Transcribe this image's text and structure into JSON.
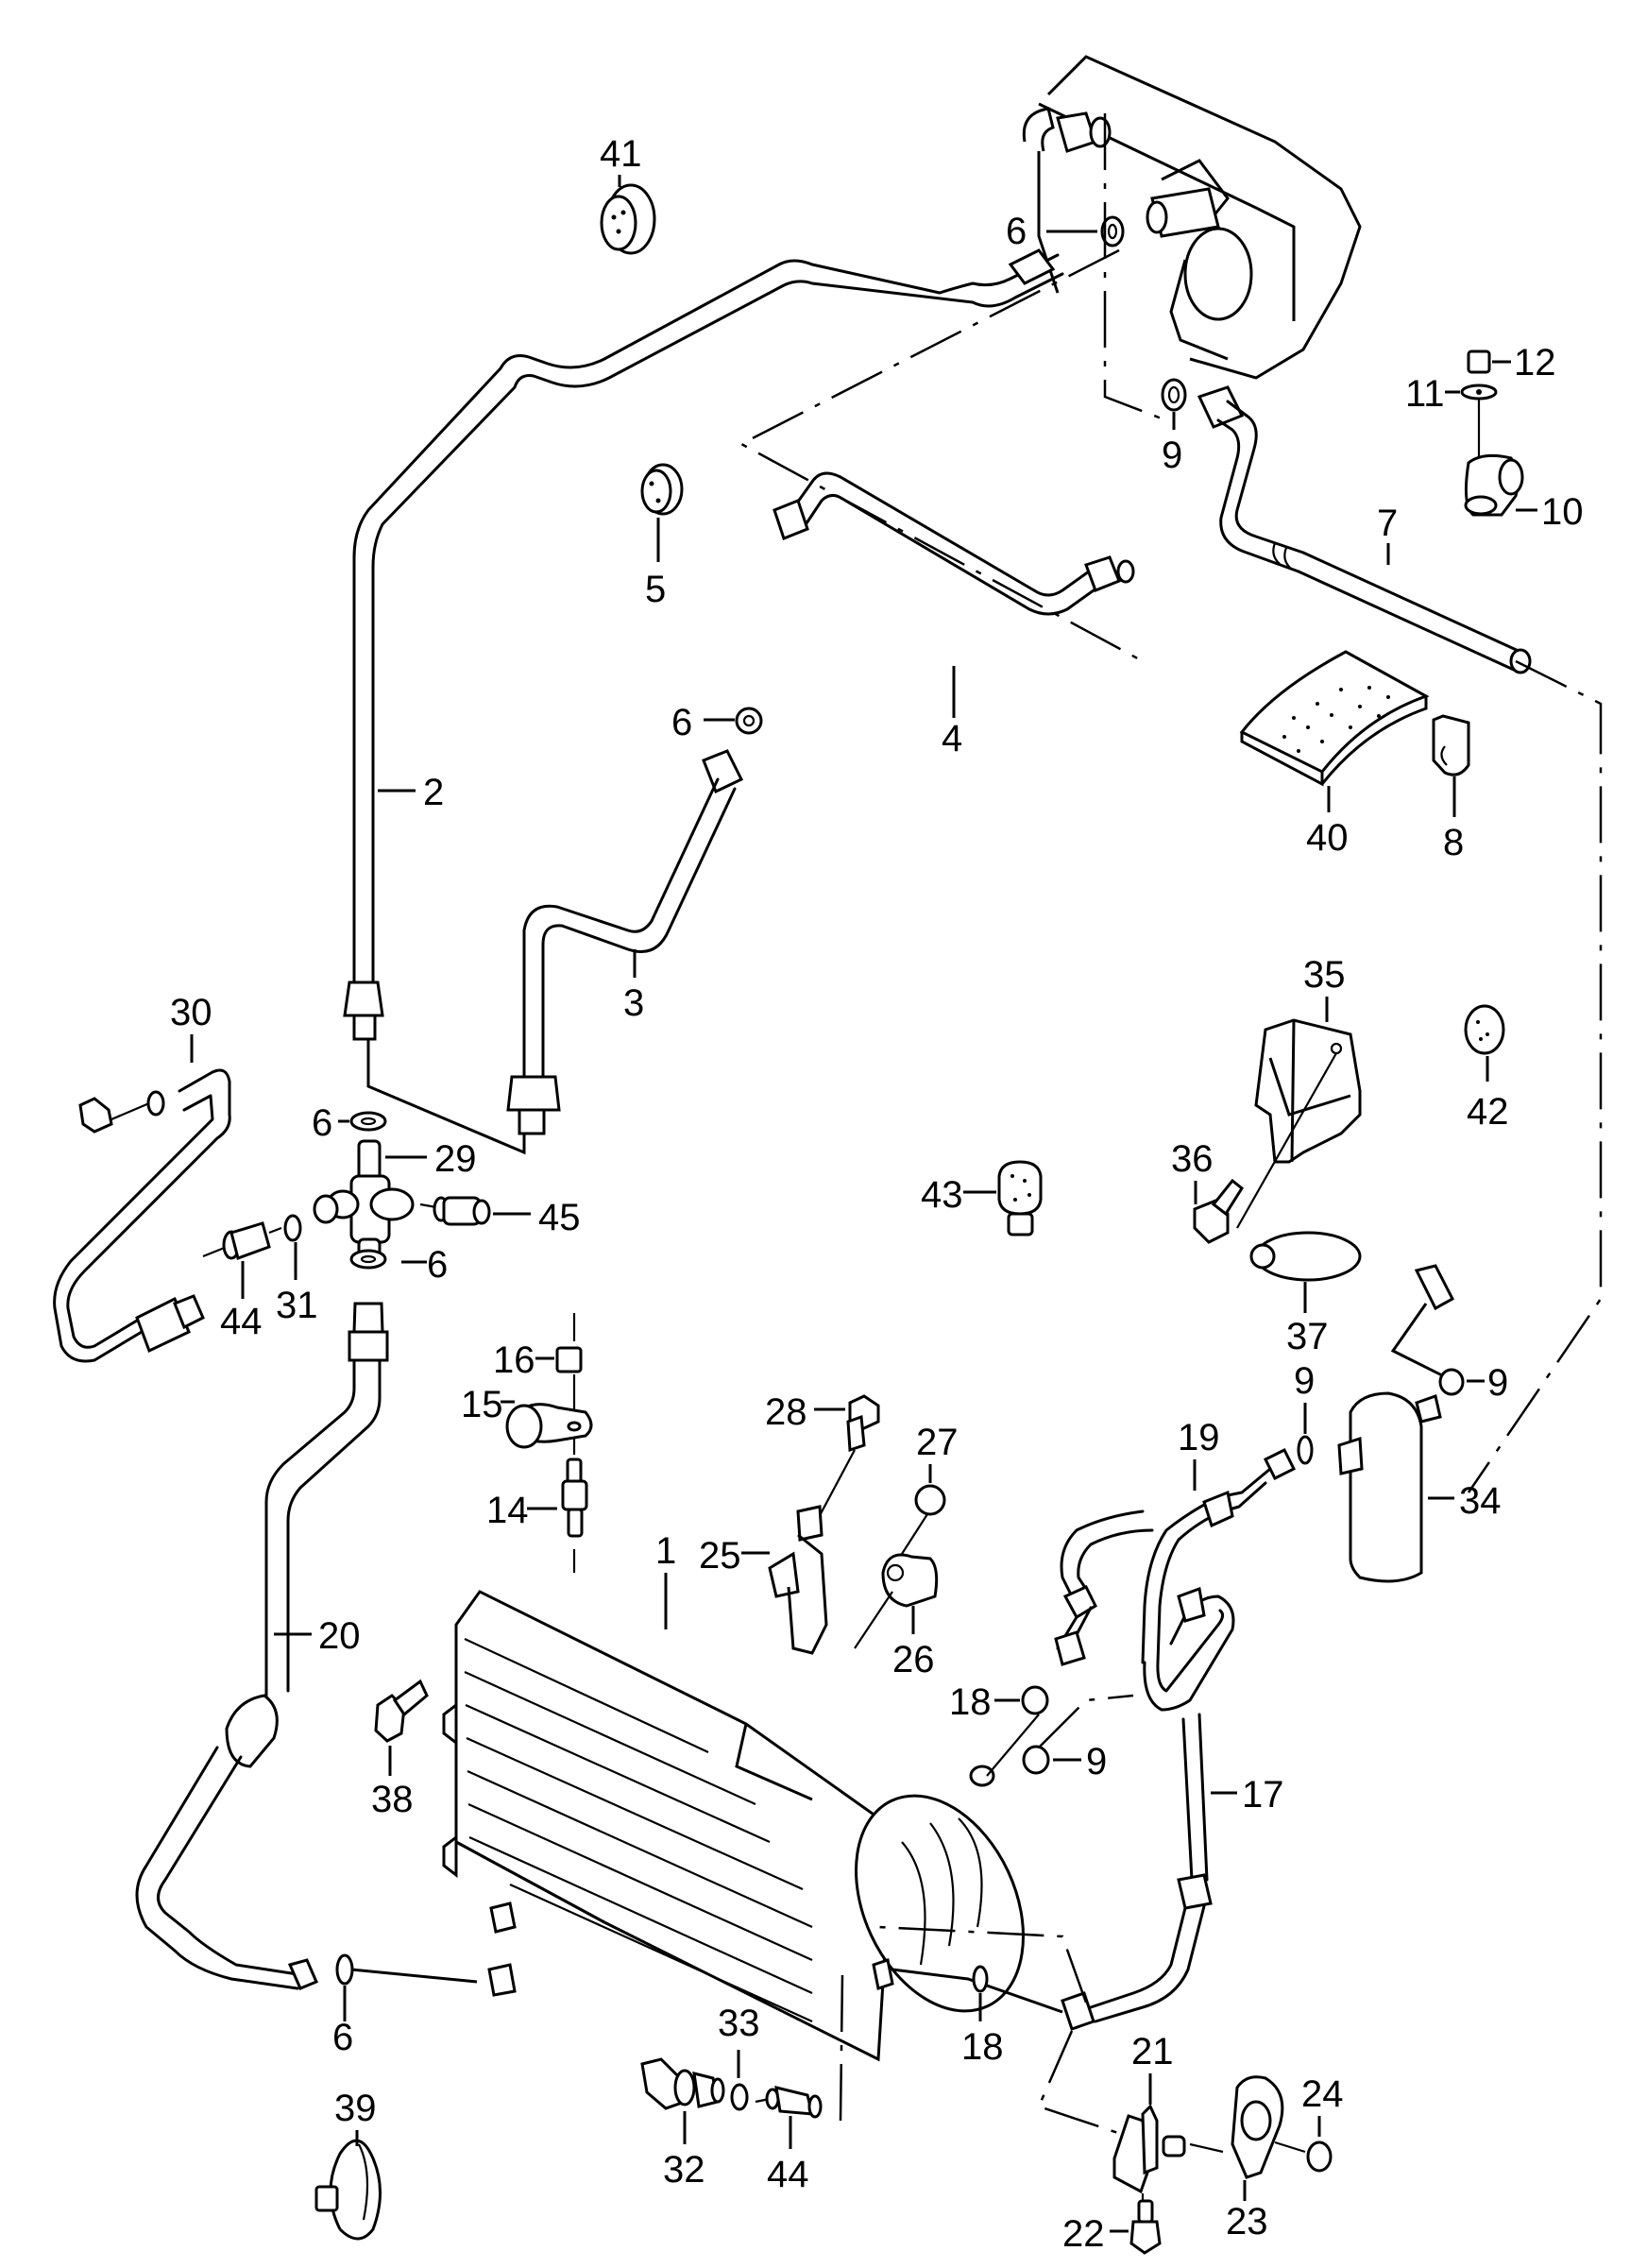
{
  "diagram": {
    "title": "Air conditioning refrigerant circuit – exploded parts diagram",
    "parts": [
      {
        "id": "1",
        "label": "1",
        "name": "condenser"
      },
      {
        "id": "2",
        "label": "2",
        "name": "pipe"
      },
      {
        "id": "3",
        "label": "3",
        "name": "pipe"
      },
      {
        "id": "4",
        "label": "4",
        "name": "pipe"
      },
      {
        "id": "5",
        "label": "5",
        "name": "grommet"
      },
      {
        "id": "6",
        "label": "6",
        "name": "seal-ring"
      },
      {
        "id": "7",
        "label": "7",
        "name": "hose"
      },
      {
        "id": "8",
        "label": "8",
        "name": "clip"
      },
      {
        "id": "9",
        "label": "9",
        "name": "seal-ring"
      },
      {
        "id": "10",
        "label": "10",
        "name": "bracket"
      },
      {
        "id": "11",
        "label": "11",
        "name": "washer"
      },
      {
        "id": "12",
        "label": "12",
        "name": "nut"
      },
      {
        "id": "14",
        "label": "14",
        "name": "stud"
      },
      {
        "id": "15",
        "label": "15",
        "name": "bracket"
      },
      {
        "id": "16",
        "label": "16",
        "name": "nut"
      },
      {
        "id": "17",
        "label": "17",
        "name": "hose"
      },
      {
        "id": "18",
        "label": "18",
        "name": "seal-ring"
      },
      {
        "id": "19",
        "label": "19",
        "name": "hose"
      },
      {
        "id": "20",
        "label": "20",
        "name": "hose"
      },
      {
        "id": "21",
        "label": "21",
        "name": "bracket"
      },
      {
        "id": "22",
        "label": "22",
        "name": "bolt"
      },
      {
        "id": "23",
        "label": "23",
        "name": "clamp"
      },
      {
        "id": "24",
        "label": "24",
        "name": "nut"
      },
      {
        "id": "25",
        "label": "25",
        "name": "bracket"
      },
      {
        "id": "26",
        "label": "26",
        "name": "clamp"
      },
      {
        "id": "27",
        "label": "27",
        "name": "nut"
      },
      {
        "id": "28",
        "label": "28",
        "name": "bolt"
      },
      {
        "id": "29",
        "label": "29",
        "name": "cross-fitting"
      },
      {
        "id": "30",
        "label": "30",
        "name": "pipe"
      },
      {
        "id": "31",
        "label": "31",
        "name": "seal-ring"
      },
      {
        "id": "32",
        "label": "32",
        "name": "pressure-switch"
      },
      {
        "id": "33",
        "label": "33",
        "name": "seal-ring"
      },
      {
        "id": "34",
        "label": "34",
        "name": "receiver-dryer"
      },
      {
        "id": "35",
        "label": "35",
        "name": "cover"
      },
      {
        "id": "36",
        "label": "36",
        "name": "bolt"
      },
      {
        "id": "37",
        "label": "37",
        "name": "hose-clamp"
      },
      {
        "id": "38",
        "label": "38",
        "name": "bolt"
      },
      {
        "id": "39",
        "label": "39",
        "name": "cable-tie"
      },
      {
        "id": "40",
        "label": "40",
        "name": "insulating-pad"
      },
      {
        "id": "41",
        "label": "41",
        "name": "grommet"
      },
      {
        "id": "42",
        "label": "42",
        "name": "grommet"
      },
      {
        "id": "43",
        "label": "43",
        "name": "plug"
      },
      {
        "id": "44",
        "label": "44",
        "name": "valve"
      },
      {
        "id": "45",
        "label": "45",
        "name": "valve"
      }
    ],
    "callouts": {
      "c41": "41",
      "c6a": "6",
      "c9a": "9",
      "c12": "12",
      "c11": "11",
      "c10": "10",
      "c5": "5",
      "c7": "7",
      "c4": "4",
      "c6b": "6",
      "c40": "40",
      "c8": "8",
      "c2": "2",
      "c3": "3",
      "c30": "30",
      "c35": "35",
      "c42": "42",
      "c6c": "6",
      "c29": "29",
      "c43": "43",
      "c36": "36",
      "c45": "45",
      "c44a": "44",
      "c31": "31",
      "c6d": "6",
      "c37": "37",
      "c9b": "9",
      "c16": "16",
      "c15": "15",
      "c14": "14",
      "c28": "28",
      "c27": "27",
      "c9c": "9",
      "c19": "19",
      "c34": "34",
      "c25": "25",
      "c26": "26",
      "c1": "1",
      "c20": "20",
      "c38": "38",
      "c18a": "18",
      "c9d": "9",
      "c17": "17",
      "c6e": "6",
      "c39": "39",
      "c33": "33",
      "c18b": "18",
      "c21": "21",
      "c24": "24",
      "c32": "32",
      "c44b": "44",
      "c23": "23",
      "c22": "22"
    }
  }
}
